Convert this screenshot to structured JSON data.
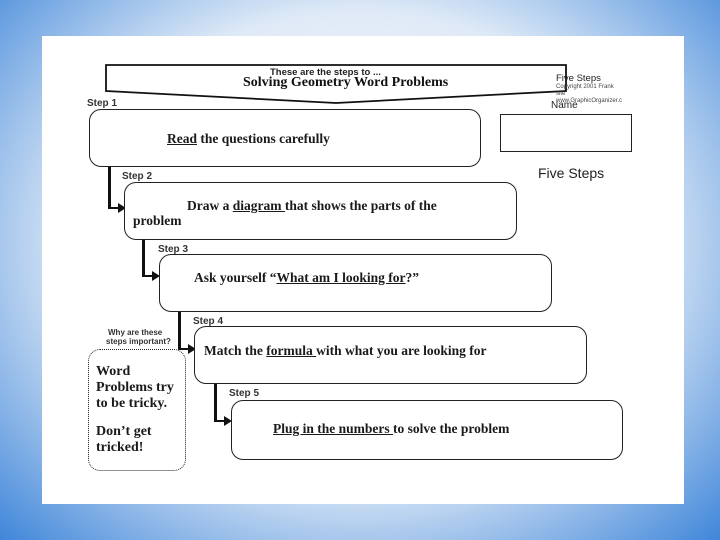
{
  "banner": {
    "top_line": "These are the steps to ...",
    "title": "Solving Geometry Word Problems"
  },
  "corner": {
    "five_steps_small": "Five Steps",
    "copyright": "Copyright 2001 Frank",
    "site": "site",
    "url": "www.GraphicOrganizer.c",
    "name_label": "Name",
    "five_steps_large": "Five Steps"
  },
  "steps": [
    {
      "label": "Step 1",
      "pre": "",
      "u": "Read",
      "post": " the questions carefully",
      "line2": ""
    },
    {
      "label": "Step 2",
      "pre": "Draw a ",
      "u": "diagram ",
      "post": "that shows the parts of the",
      "line2": "problem"
    },
    {
      "label": "Step 3",
      "pre": "Ask yourself “",
      "u": "What am I looking for",
      "post": "?”",
      "line2": ""
    },
    {
      "label": "Step 4",
      "pre": "Match the ",
      "u": "formula ",
      "post": "with what you are looking for",
      "line2": ""
    },
    {
      "label": "Step 5",
      "pre": "",
      "u": "Plug in the numbers ",
      "post": "to solve the problem",
      "line2": ""
    }
  ],
  "side": {
    "question_line1": "Why are these",
    "question_line2": "steps important?",
    "body_line1": "Word",
    "body_line2": "Problems try",
    "body_line3": "to be tricky.",
    "body_line4": "Don’t get",
    "body_line5": "tricked!"
  }
}
